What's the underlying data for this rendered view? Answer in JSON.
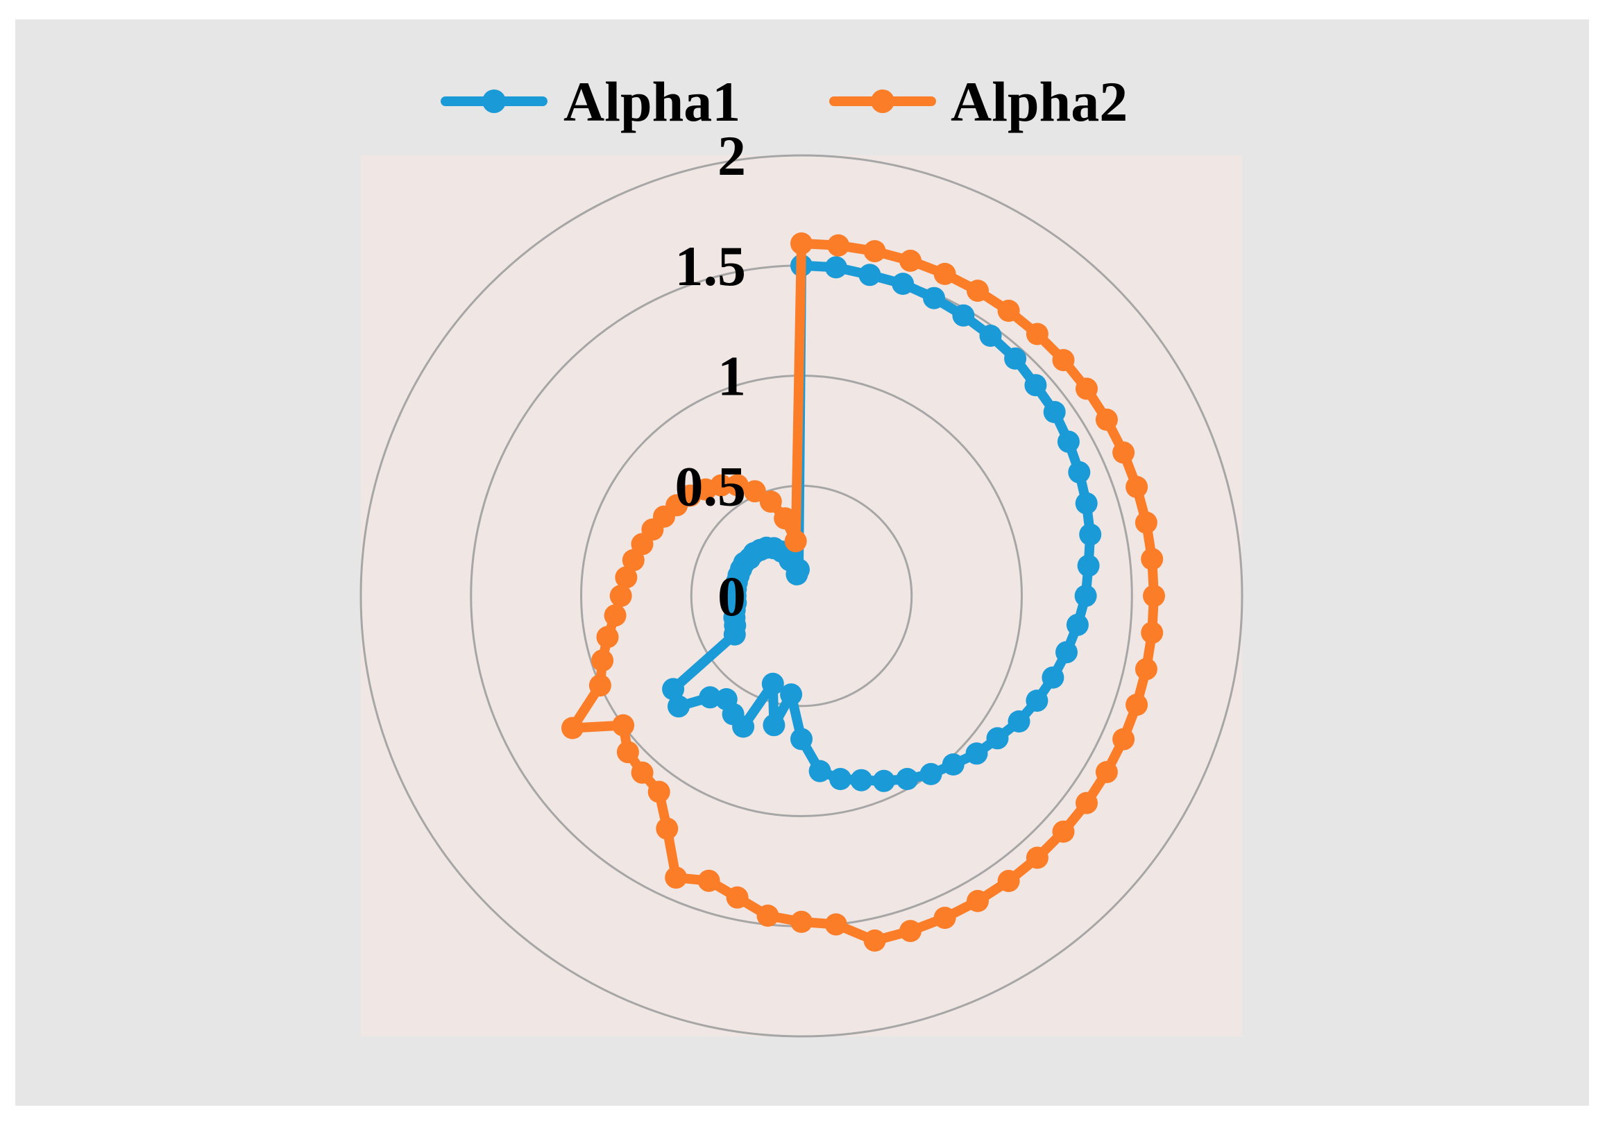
{
  "chart_data": {
    "type": "radar",
    "title": "",
    "categories_count": 60,
    "radial_axis": {
      "min": 0,
      "max": 2,
      "step": 0.5,
      "tick_labels": [
        "0",
        "0.5",
        "1",
        "1.5",
        "2"
      ]
    },
    "grid": true,
    "legend_position": "top",
    "plot_background": "#f0e6e3",
    "series": [
      {
        "name": "Alpha1",
        "color": "#1a9ad6",
        "values": [
          1.5,
          1.5,
          1.49,
          1.49,
          1.48,
          1.47,
          1.46,
          1.45,
          1.43,
          1.42,
          1.4,
          1.38,
          1.36,
          1.34,
          1.31,
          1.29,
          1.26,
          1.23,
          1.2,
          1.17,
          1.14,
          1.1,
          1.07,
          1.03,
          1.0,
          0.96,
          0.92,
          0.88,
          0.85,
          0.8,
          0.65,
          0.45,
          0.6,
          0.42,
          0.65,
          0.62,
          0.58,
          0.62,
          0.75,
          0.72,
          0.35,
          0.33,
          0.32,
          0.31,
          0.3,
          0.3,
          0.3,
          0.3,
          0.3,
          0.3,
          0.3,
          0.29,
          0.29,
          0.28,
          0.27,
          0.25,
          0.22,
          0.17,
          0.1,
          0.12
        ]
      },
      {
        "name": "Alpha2",
        "color": "#fb7d28",
        "values": [
          1.6,
          1.6,
          1.6,
          1.6,
          1.6,
          1.6,
          1.6,
          1.6,
          1.6,
          1.6,
          1.6,
          1.6,
          1.6,
          1.6,
          1.6,
          1.6,
          1.6,
          1.6,
          1.6,
          1.6,
          1.6,
          1.6,
          1.6,
          1.6,
          1.6,
          1.6,
          1.6,
          1.6,
          1.6,
          1.5,
          1.48,
          1.46,
          1.4,
          1.36,
          1.4,
          1.22,
          1.1,
          1.08,
          1.06,
          1.0,
          1.2,
          1.0,
          0.95,
          0.9,
          0.85,
          0.82,
          0.8,
          0.78,
          0.76,
          0.74,
          0.72,
          0.7,
          0.68,
          0.65,
          0.62,
          0.58,
          0.52,
          0.45,
          0.36,
          0.25
        ]
      }
    ]
  }
}
